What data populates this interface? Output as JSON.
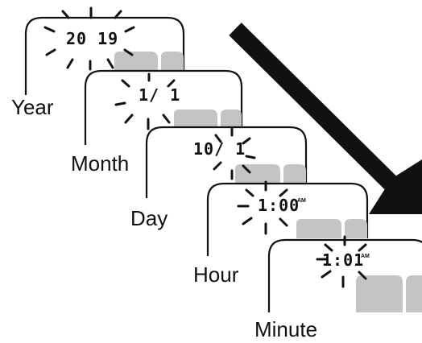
{
  "figure": {
    "steps": [
      {
        "label": "Year",
        "display": "20 19",
        "ampm": ""
      },
      {
        "label": "Month",
        "display": "1/ 1",
        "ampm": ""
      },
      {
        "label": "Day",
        "display": "10/ 1",
        "ampm": ""
      },
      {
        "label": "Hour",
        "display": "1:00",
        "ampm": "AM"
      },
      {
        "label": "Minute",
        "display": "1:01",
        "ampm": "AM"
      }
    ]
  },
  "colors": {
    "outline": "#111111",
    "button_fill": "#c4c4c4",
    "arrow": "#111111"
  },
  "icons": {
    "blink": "blink-rays-icon",
    "direction": "diagonal-arrow-icon"
  }
}
